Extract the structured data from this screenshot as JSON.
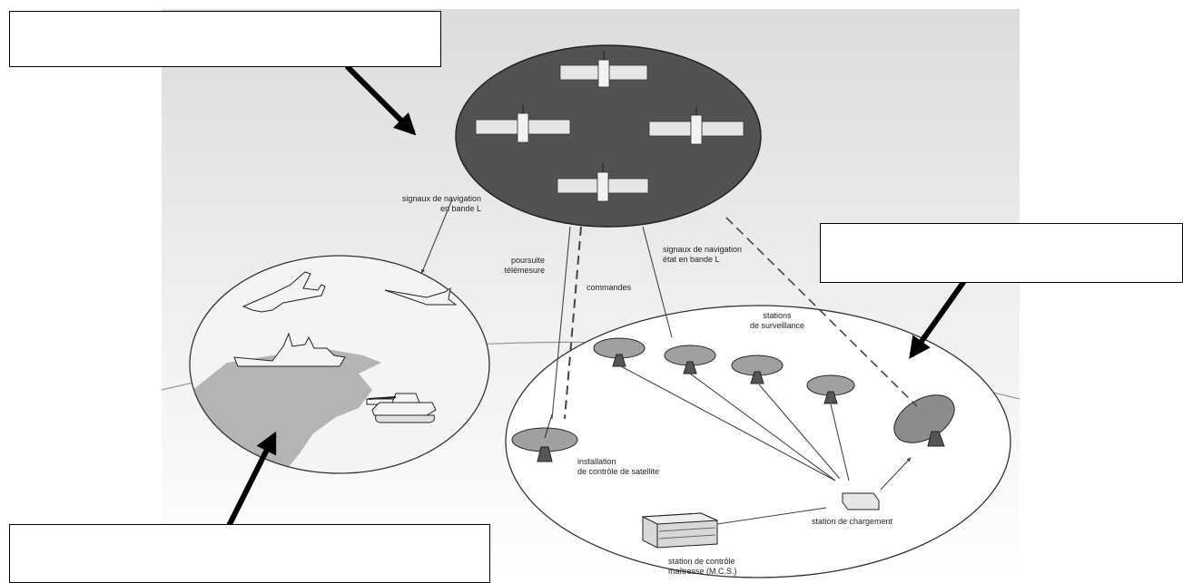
{
  "labels": {
    "nav_signals_left_1": "signaux de navigation",
    "nav_signals_left_2": "en bande L",
    "tracking_1": "poursuite",
    "tracking_2": "télémesure",
    "commands": "commandes",
    "nav_signals_right_1": "signaux de navigation",
    "nav_signals_right_2": "état en bande L",
    "monitoring_1": "stations",
    "monitoring_2": "de surveillance",
    "control_install_1": "installation",
    "control_install_2": "de contrôle de satellite",
    "master_station_1": "station de contrôle",
    "master_station_2": "maîtresse (M.C.S.)",
    "upload_station": "station de chargement"
  },
  "answer_boxes": {
    "top_left": "",
    "right": "",
    "bottom_left": ""
  },
  "colors": {
    "space_ellipse": "#525252",
    "satellite_panel": "#e6e6e6",
    "ground": "#b4b4b4",
    "sky_top": "#dcdcdc",
    "arrow": "#000000"
  }
}
